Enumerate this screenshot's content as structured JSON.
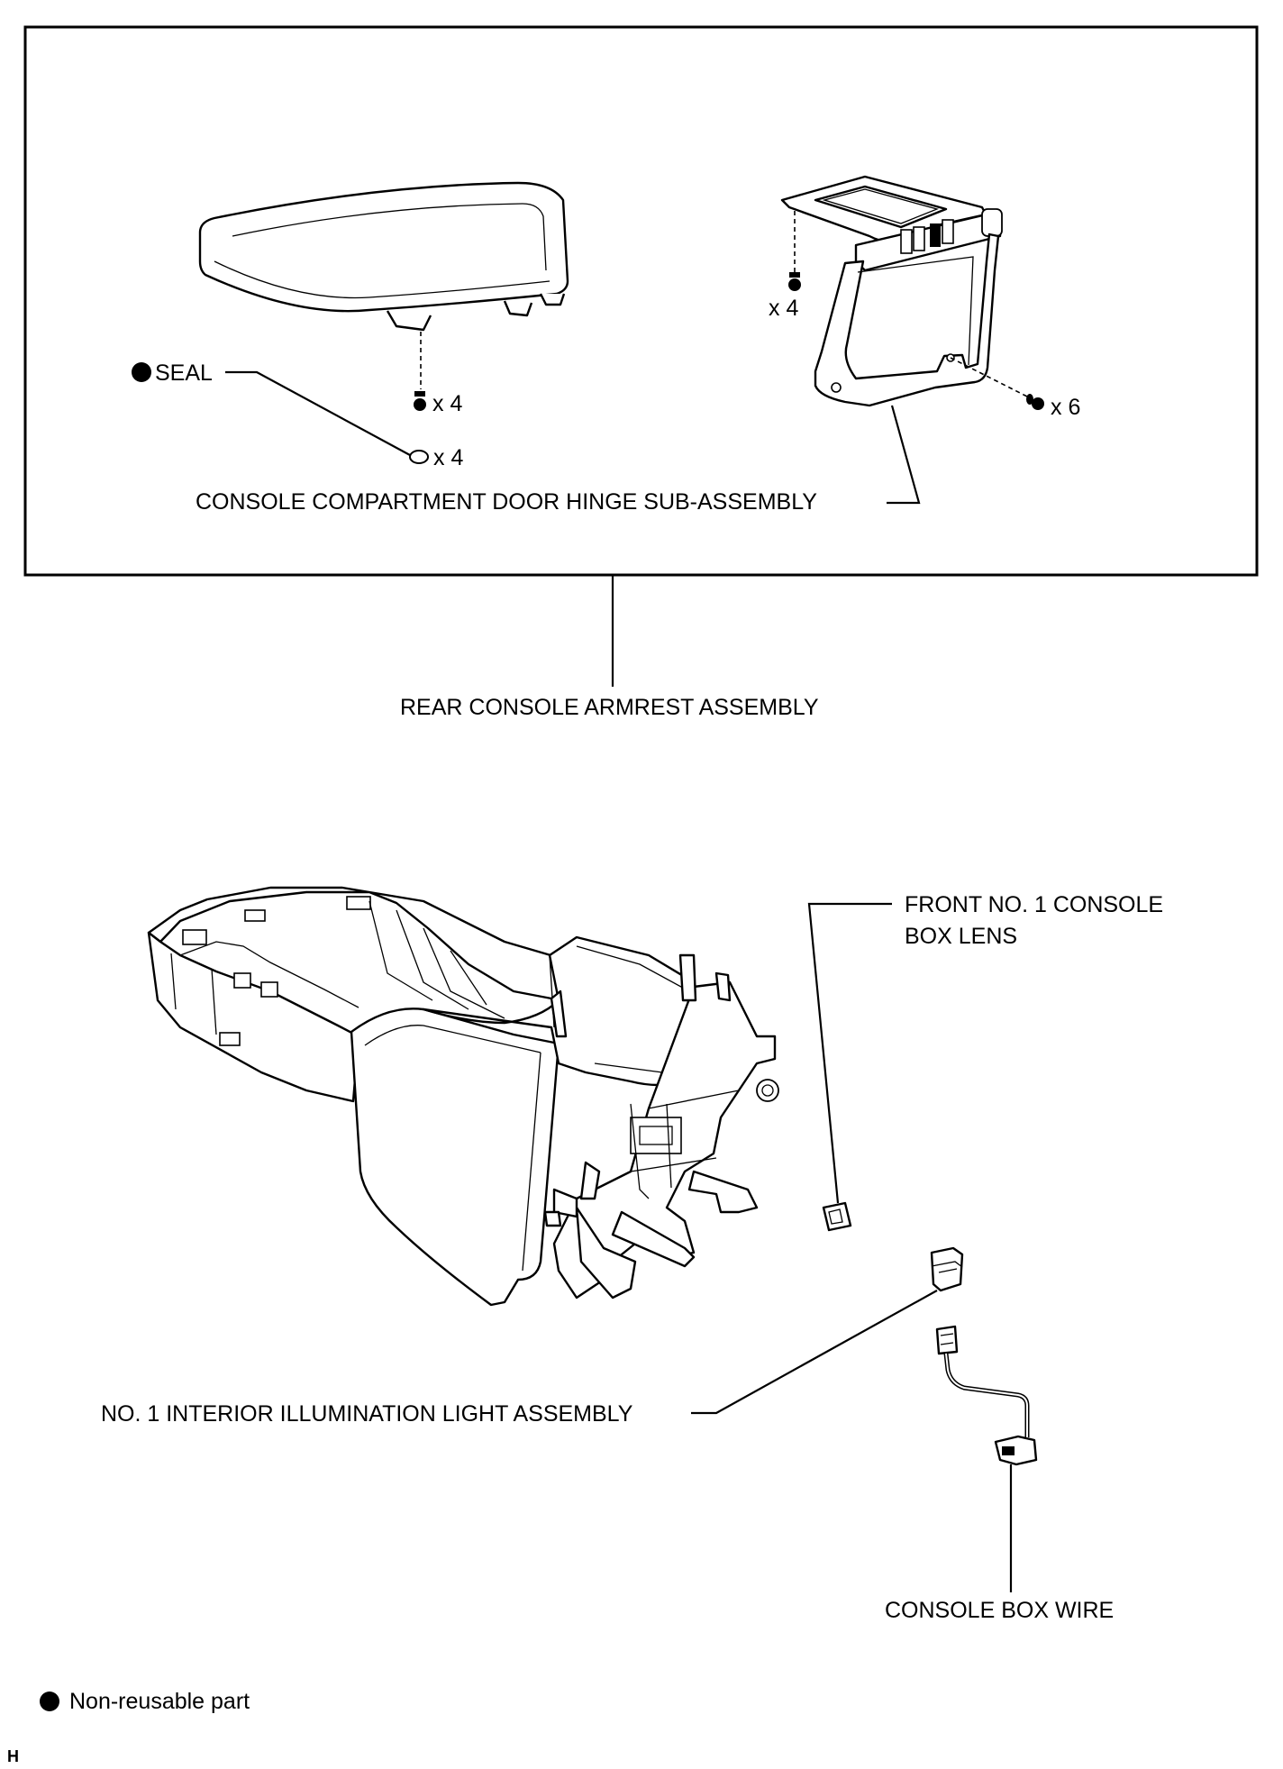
{
  "labels": {
    "seal": "SEAL",
    "armrest_screws_qty": "x 4",
    "seal_qty": "x 4",
    "hinge_top_screws_qty": "x 4",
    "hinge_side_screws_qty": "x 6",
    "hinge_subassembly": "CONSOLE COMPARTMENT DOOR HINGE SUB-ASSEMBLY",
    "rear_armrest": "REAR CONSOLE ARMREST ASSEMBLY",
    "front_lens_line1": "FRONT NO. 1 CONSOLE",
    "front_lens_line2": "BOX LENS",
    "illumination_light": "NO. 1 INTERIOR ILLUMINATION LIGHT ASSEMBLY",
    "console_box_wire": "CONSOLE BOX WIRE"
  },
  "legend": {
    "non_reusable": "Non-reusable part"
  },
  "footer": {
    "code": "H"
  },
  "colors": {
    "line": "#000000",
    "background": "#ffffff"
  },
  "icons": {
    "non_reusable_marker": "filled-circle-icon"
  }
}
